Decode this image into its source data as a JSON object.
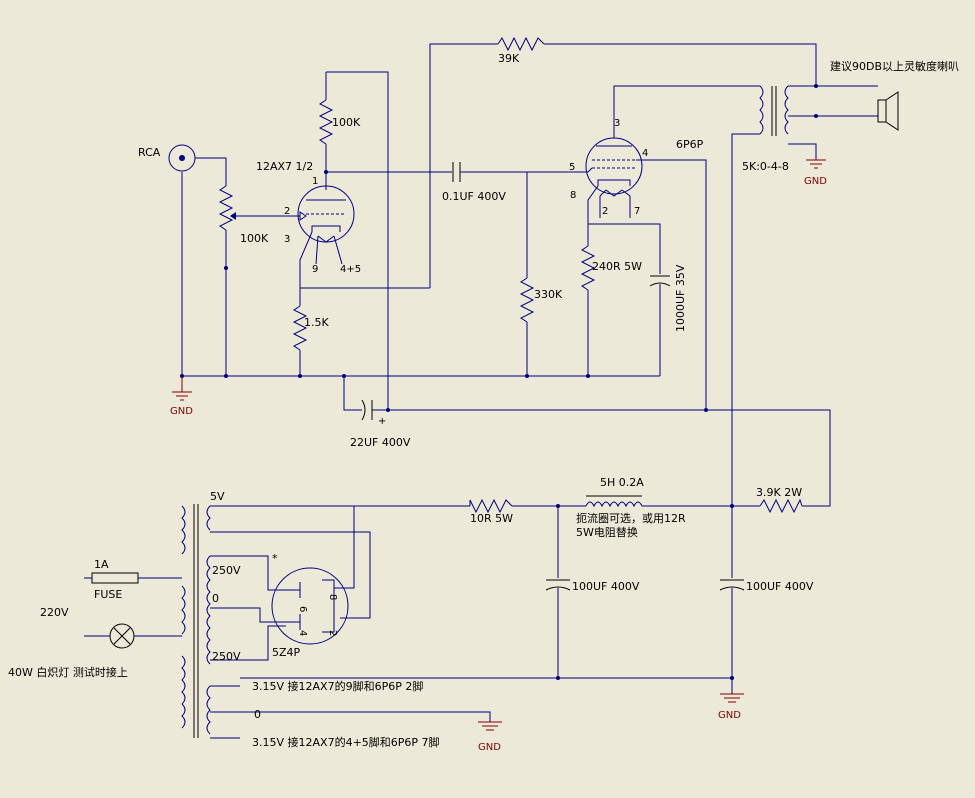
{
  "labels": {
    "r39k": "39K",
    "speaker_note": "建议90DB以上灵敏度喇叭",
    "r100k_plate": "100K",
    "tube1": "12AX7 1/2",
    "rca": "RCA",
    "pot": "100K",
    "pin1": "1",
    "pin2": "2",
    "pin3": "3",
    "pin9": "9",
    "pin45": "4+5",
    "c01": "0.1UF 400V",
    "p5": "5",
    "p4": "4",
    "p3": "3",
    "p8": "8",
    "p2": "2",
    "p7": "7",
    "tube2": "6P6P",
    "xfmr": "5K:0-4-8",
    "gnd_spk": "GND",
    "r330k": "330K",
    "r240": "240R 5W",
    "c1000": "1000UF 35V",
    "r15k": "1.5K",
    "gnd_in": "GND",
    "c22": "22UF 400V",
    "tv5": "5V",
    "r10": "10R 5W",
    "choke": "5H 0.2A",
    "choke_note1": "扼流圈可选，或用12R",
    "choke_note2": "5W电阻替换",
    "r39k2w": "3.9K 2W",
    "tv250a": "250V",
    "star": "*",
    "fuse_rating": "1A",
    "fuse": "FUSE",
    "v220": "220V",
    "t0a": "0",
    "c100a": "100UF 400V",
    "c100b": "100UF 400V",
    "r8": "8",
    "r6": "6",
    "r4": "4",
    "r2": "2",
    "lamp": "40W 白炽灯 测试时接上",
    "tv250b": "250V",
    "rect": "5Z4P",
    "h1": "3.15V 接12AX7的9脚和6P6P 2脚",
    "gnd_ps": "GND",
    "t0b": "0",
    "h2": "3.15V 接12AX7的4+5脚和6P6P 7脚",
    "gnd_ps2": "GND",
    "plus": "+"
  }
}
